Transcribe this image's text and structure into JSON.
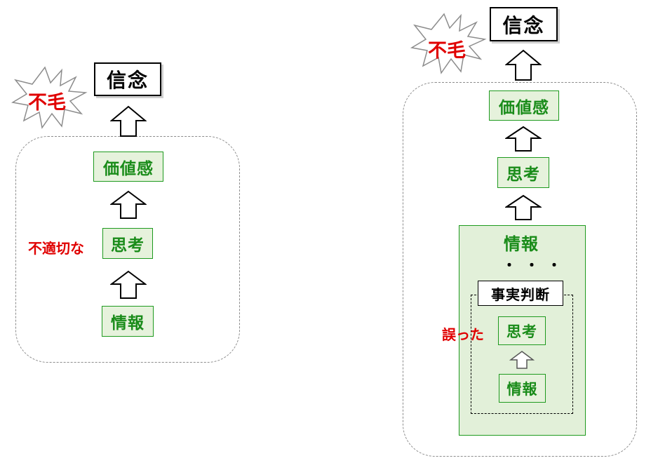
{
  "left": {
    "belief": "信念",
    "burst": "不毛",
    "value": "価値感",
    "thinking": "思考",
    "information": "情報",
    "annotation": "不適切な"
  },
  "right": {
    "belief": "信念",
    "burst": "不毛",
    "value": "価値感",
    "thinking": "思考",
    "panel_title": "情報",
    "dots": "・・・",
    "fact_judgment": "事実判断",
    "inner_thinking": "思考",
    "inner_information": "情報",
    "annotation": "誤った"
  },
  "colors": {
    "green_fill": "#e6f2dc",
    "green_border": "#1e9a1e",
    "green_text": "#1a8c1a",
    "red_text": "#e00000"
  }
}
